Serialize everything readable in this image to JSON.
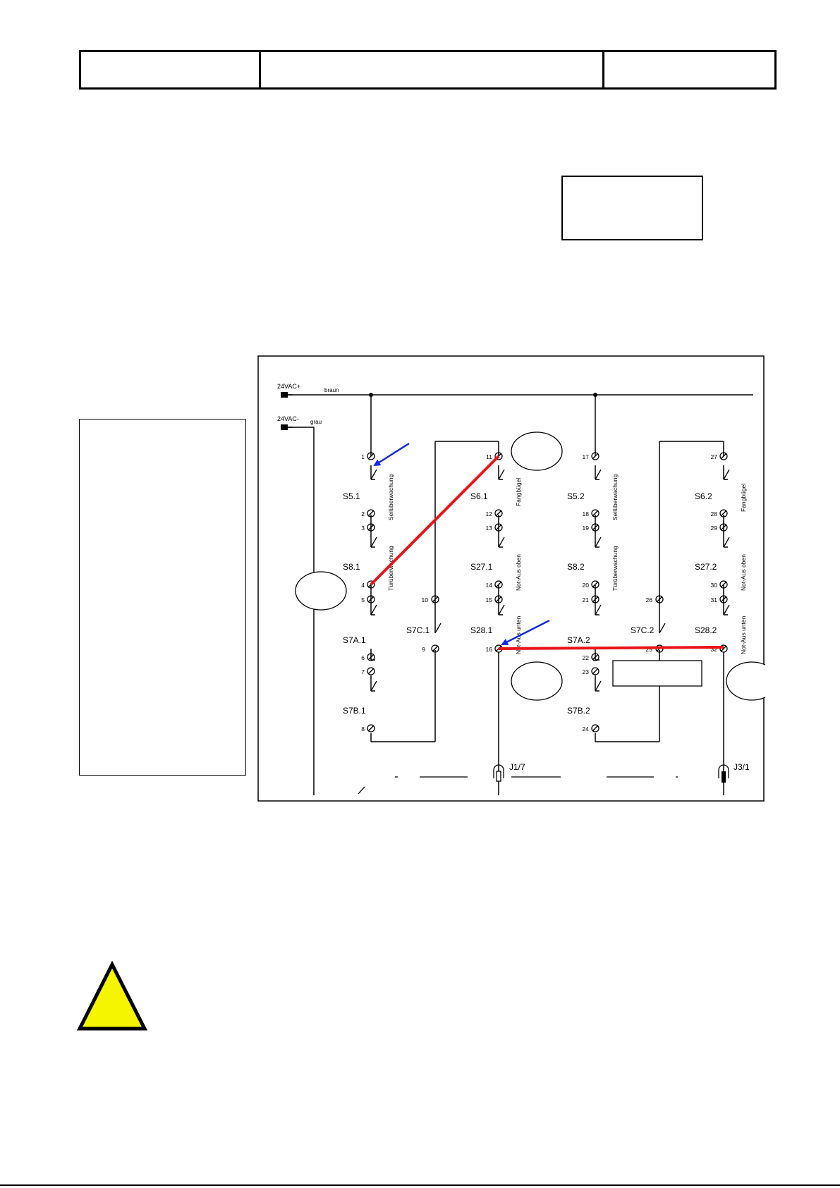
{
  "diagram": {
    "supply": {
      "positive_label": "24VAC+",
      "positive_wire": "braun",
      "negative_label": "24VAC-",
      "negative_wire": "grau"
    },
    "switches": [
      {
        "id": "s5-1",
        "label": "S5.1",
        "desc": "Seilüberwachung"
      },
      {
        "id": "s8-1",
        "label": "S8.1",
        "desc": "Türüberwachung"
      },
      {
        "id": "s7a-1",
        "label": "S7A.1",
        "desc": ""
      },
      {
        "id": "s7b-1",
        "label": "S7B.1",
        "desc": ""
      },
      {
        "id": "s7c-1",
        "label": "S7C.1",
        "desc": ""
      },
      {
        "id": "s6-1",
        "label": "S6.1",
        "desc": "Fangbügel"
      },
      {
        "id": "s27-1",
        "label": "S27.1",
        "desc": "Not-Aus oben"
      },
      {
        "id": "s28-1",
        "label": "S28.1",
        "desc": "Not-Aus unten"
      },
      {
        "id": "s5-2",
        "label": "S5.2",
        "desc": "Seilüberwachung"
      },
      {
        "id": "s8-2",
        "label": "S8.2",
        "desc": "Türüberwachung"
      },
      {
        "id": "s7a-2",
        "label": "S7A.2",
        "desc": ""
      },
      {
        "id": "s7b-2",
        "label": "S7B.2",
        "desc": ""
      },
      {
        "id": "s7c-2",
        "label": "S7C.2",
        "desc": ""
      },
      {
        "id": "s6-2",
        "label": "S6.2",
        "desc": "Fangbügel"
      },
      {
        "id": "s27-2",
        "label": "S27.2",
        "desc": "Not-Aus oben"
      },
      {
        "id": "s28-2",
        "label": "S28.2",
        "desc": "Not-Aus unten"
      }
    ],
    "terminals": [
      "1",
      "2",
      "3",
      "4",
      "5",
      "6",
      "7",
      "8",
      "9",
      "10",
      "11",
      "12",
      "13",
      "14",
      "15",
      "16",
      "17",
      "18",
      "19",
      "20",
      "21",
      "22",
      "23",
      "24",
      "25",
      "26",
      "27",
      "28",
      "29",
      "30",
      "31",
      "32"
    ],
    "connectors": {
      "j1": "J1/7",
      "j3": "J3/1"
    },
    "colors": {
      "bridge": "#e8141b",
      "arrow": "#1428e0",
      "warning_fill": "#f5f500"
    }
  },
  "icons": {
    "warning": "warning-triangle-icon"
  }
}
